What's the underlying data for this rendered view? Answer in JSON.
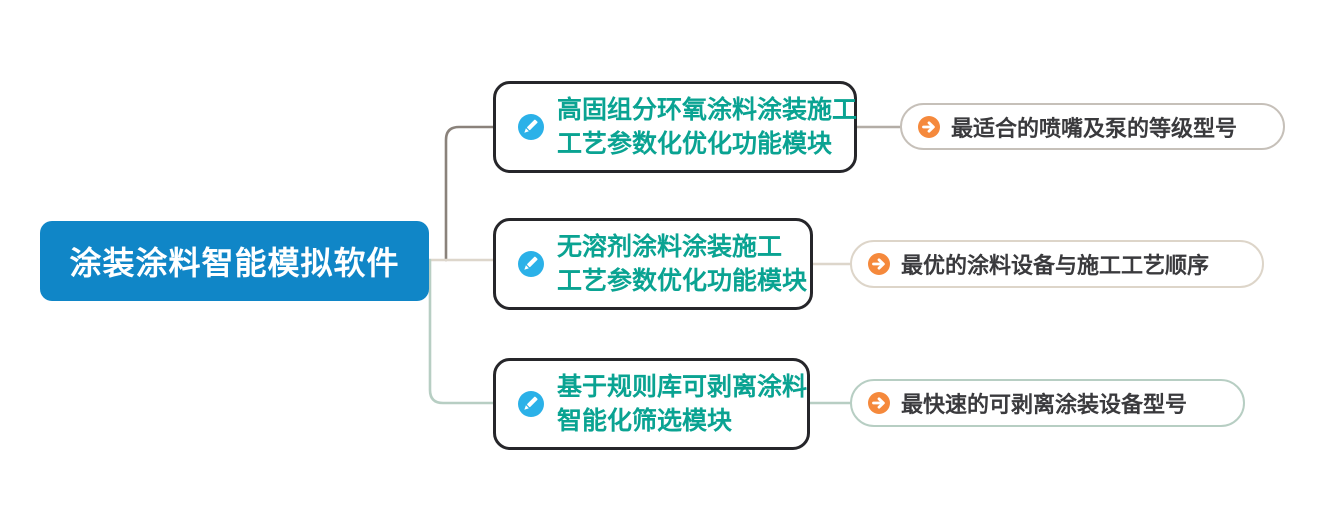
{
  "diagram": {
    "type": "mindmap",
    "root": {
      "label": "涂装涂料智能模拟软件"
    },
    "branches": [
      {
        "line1": "高固组分环氧涂料涂装施工",
        "line2": "工艺参数化优化功能模块",
        "leaf": "最适合的喷嘴及泵的等级型号"
      },
      {
        "line1": "无溶剂涂料涂装施工",
        "line2": "工艺参数优化功能模块",
        "leaf": "最优的涂料设备与施工工艺顺序"
      },
      {
        "line1": "基于规则库可剥离涂料",
        "line2": "智能化筛选模块",
        "leaf": "最快速的可剥离涂装设备型号"
      }
    ],
    "icons": {
      "branch_icon": "pencil-icon",
      "leaf_icon": "arrow-right-icon"
    },
    "colors": {
      "root_bg": "#1086C7",
      "root_text": "#FFFFFF",
      "branch_border": "#26262A",
      "branch_text": "#0AA392",
      "pencil_icon_bg": "#2BB1E8",
      "arrow_icon_bg": "#F5893C",
      "branch1_connector": "#8A827B",
      "branch1_leaf_connector": "#B3ADA6",
      "branch1_leaf_border": "#C6C0B9",
      "branch2_connector": "#DDD6CB",
      "branch2_leaf_border": "#DDD5C9",
      "branch3_connector": "#B7CEC3",
      "bran3_leaf_border": "#B7CEC3"
    }
  }
}
